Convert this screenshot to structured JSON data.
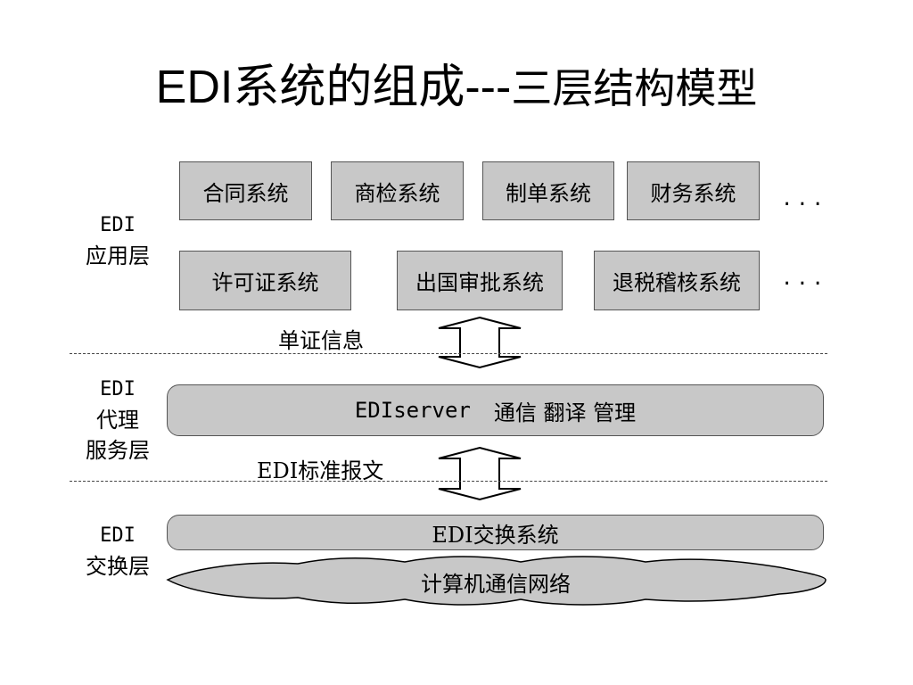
{
  "title": {
    "part1": "EDI系统的组成",
    "part2": "---",
    "part3": "三层结构模型"
  },
  "layers": {
    "application": {
      "line1": "EDI",
      "line2": "应用层"
    },
    "proxy": {
      "line1": "EDI",
      "line2": "代理",
      "line3": "服务层"
    },
    "exchange": {
      "line1": "EDI",
      "line2": "交换层"
    }
  },
  "app_row1": [
    "合同系统",
    "商检系统",
    "制单系统",
    "财务系统"
  ],
  "app_row2": [
    "许可证系统",
    "出国审批系统",
    "退税稽核系统"
  ],
  "ellipsis": "...",
  "flows": {
    "top": "单证信息",
    "bottom": "EDI标准报文"
  },
  "server_bar": {
    "name": "EDIserver",
    "functions": "通信 翻译 管理"
  },
  "exchange_bar": "EDI交换系统",
  "network": "计算机通信网络"
}
